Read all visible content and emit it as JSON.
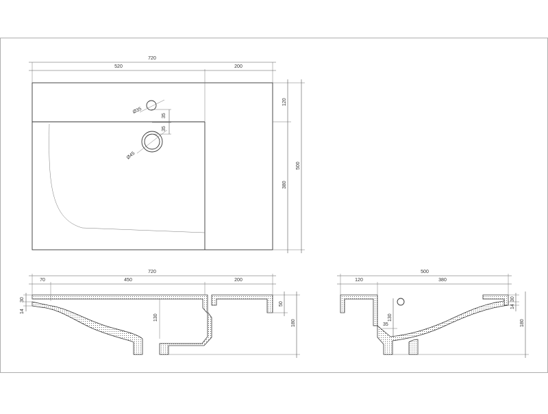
{
  "top_view": {
    "overall_width": "720",
    "left_width": "520",
    "right_width": "200",
    "back_depth": "120",
    "overall_depth": "500",
    "bowl_depth": "380",
    "hole_offset_1": "35",
    "hole_offset_2": "35",
    "small_hole_dia": "Ø35",
    "drain_dia": "Ø45"
  },
  "front_section": {
    "overall_width": "720",
    "left": "70",
    "middle": "450",
    "right": "200",
    "rim_1": "14",
    "rim_2": "30",
    "bowl_depth": "130",
    "shelf_height": "50",
    "total_height": "180"
  },
  "side_section": {
    "overall_depth": "500",
    "back": "120",
    "bowl": "380",
    "rim_1": "14",
    "rim_2": "30",
    "drain_height": "130",
    "drain_offset": "35",
    "total_height": "180"
  },
  "colors": {
    "line": "#333333",
    "background": "#ffffff",
    "frame": "#999999"
  }
}
